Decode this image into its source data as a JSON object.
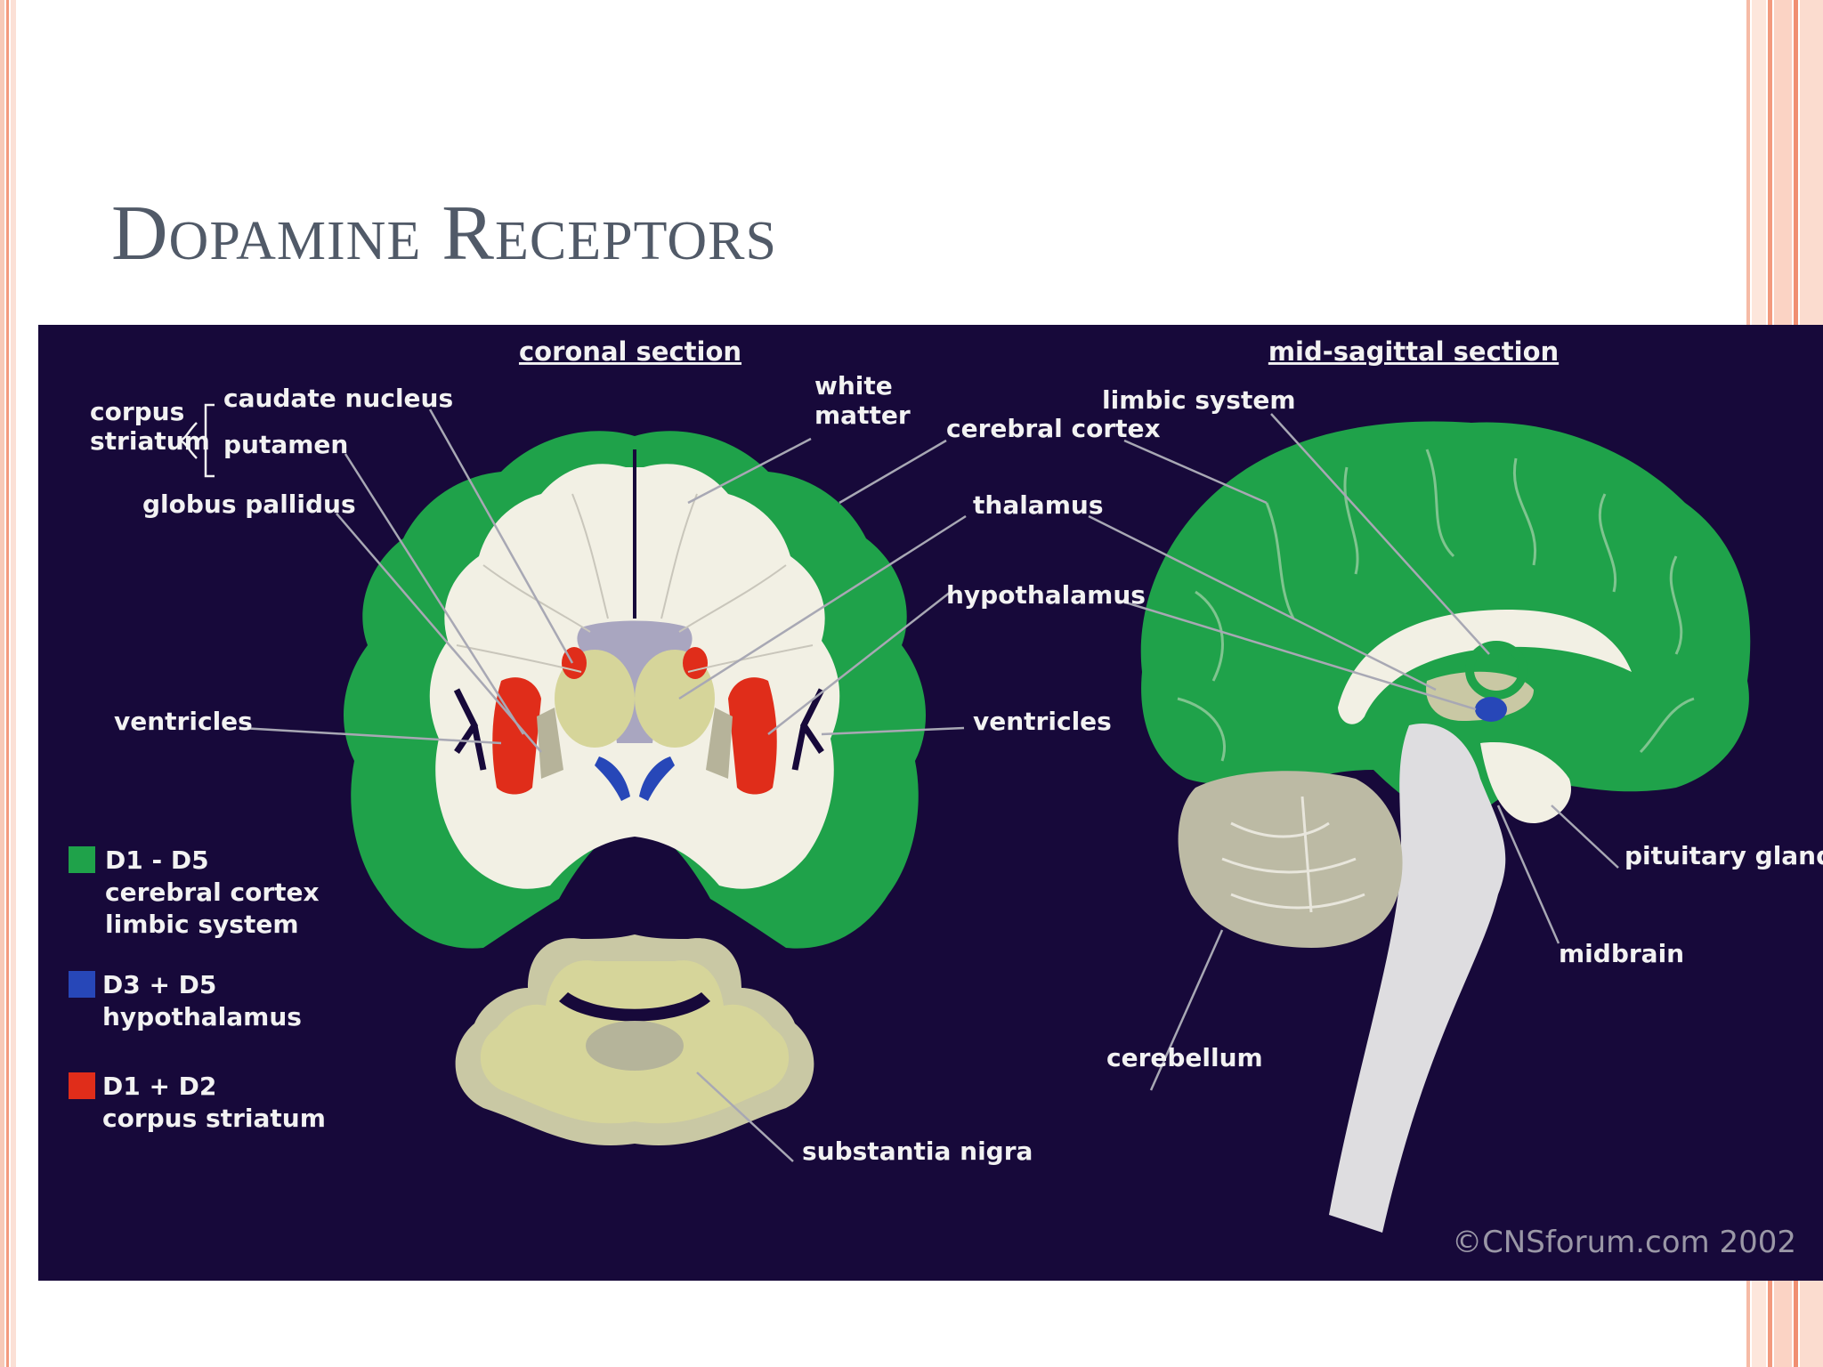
{
  "title": "Dopamine Receptors",
  "colors": {
    "d1_d5": "#1fa24a",
    "d3_d5": "#2747b8",
    "d1_d2": "#e02d1a",
    "background": "#17093a",
    "white_matter": "#f2f0e4",
    "grey_matter_olive": "#d6d59a"
  },
  "sections": {
    "coronal": "coronal section",
    "sagittal": "mid-sagittal section"
  },
  "labels": {
    "corpus_striatum_1": "corpus",
    "corpus_striatum_2": "striatum",
    "caudate_nucleus": "caudate nucleus",
    "putamen": "putamen",
    "globus_pallidus": "globus pallidus",
    "white_matter_1": "white",
    "white_matter_2": "matter",
    "cerebral_cortex": "cerebral cortex",
    "thalamus": "thalamus",
    "hypothalamus": "hypothalamus",
    "ventricles_left": "ventricles",
    "ventricles_right": "ventricles",
    "limbic_system": "limbic system",
    "substantia_nigra": "substantia nigra",
    "pituitary_gland": "pituitary gland",
    "midbrain": "midbrain",
    "cerebellum": "cerebellum"
  },
  "legend": [
    {
      "receptors": "D1 - D5",
      "line1": "cerebral cortex",
      "line2": "limbic system",
      "color": "#1fa24a"
    },
    {
      "receptors": "D3 + D5",
      "line1": "hypothalamus",
      "line2": "",
      "color": "#2747b8"
    },
    {
      "receptors": "D1 + D2",
      "line1": "corpus striatum",
      "line2": "",
      "color": "#e02d1a"
    }
  ],
  "copyright": "©CNSforum.com 2002"
}
